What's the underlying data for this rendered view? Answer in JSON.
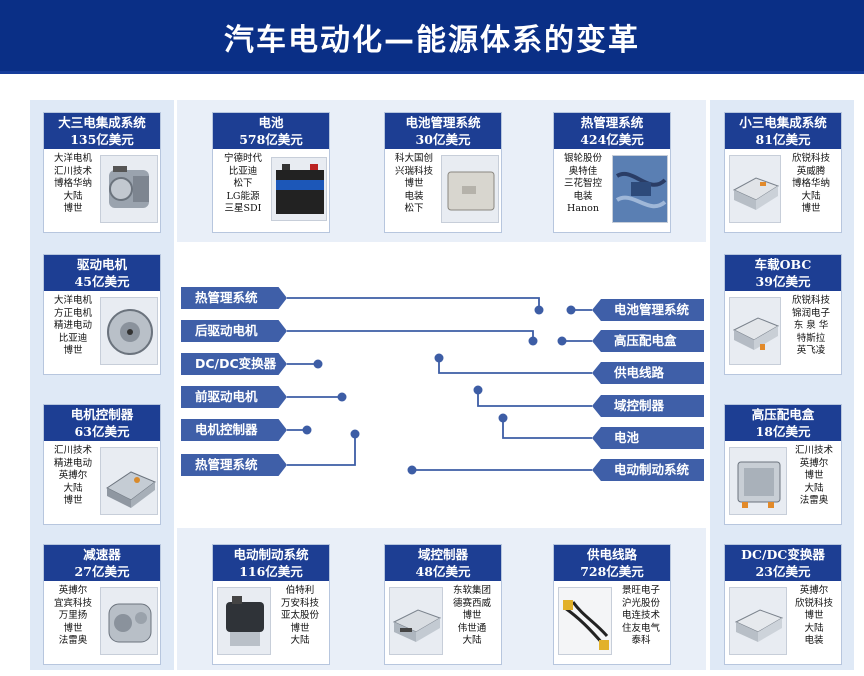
{
  "title": "汽车电动化—能源体系的变革",
  "colors": {
    "header": "#0a2f86",
    "card_head": "#1d3e93",
    "tag": "#3f5fa8",
    "line": "#3d5da5",
    "panel": "#dfe9f6"
  },
  "cards": {
    "big_three": {
      "name": "大三电集成系统",
      "value": "135亿美元",
      "companies": [
        "大洋电机",
        "汇川技术",
        "博格华纳",
        "大陆",
        "博世"
      ],
      "icon": "integrated-drive-unit-image"
    },
    "battery": {
      "name": "电池",
      "value": "578亿美元",
      "companies": [
        "宁德时代",
        "比亚迪",
        "松下",
        "LG能源",
        "三星SDI"
      ],
      "icon": "battery-image"
    },
    "bms": {
      "name": "电池管理系统",
      "value": "30亿美元",
      "companies": [
        "科大国创",
        "兴瑞科技",
        "博世",
        "电装",
        "松下"
      ],
      "icon": "bms-module-image"
    },
    "thermal": {
      "name": "热管理系统",
      "value": "424亿美元",
      "companies": [
        "银轮股份",
        "奥特佳",
        "三花智控",
        "电装",
        "Hanon"
      ],
      "icon": "thermal-system-image"
    },
    "small_three": {
      "name": "小三电集成系统",
      "value": "81亿美元",
      "companies": [
        "欣锐科技",
        "英威腾",
        "博格华纳",
        "大陆",
        "博世"
      ],
      "icon": "small-three-unit-image"
    },
    "drive_motor": {
      "name": "驱动电机",
      "value": "45亿美元",
      "companies": [
        "大洋电机",
        "方正电机",
        "精进电动",
        "比亚迪",
        "博世"
      ],
      "icon": "motor-image"
    },
    "obc": {
      "name": "车载OBC",
      "value": "39亿美元",
      "companies": [
        "欣锐科技",
        "锦润电子",
        "东 泉 华",
        "特斯拉",
        "英飞凌"
      ],
      "icon": "obc-image"
    },
    "motor_ctrl": {
      "name": "电机控制器",
      "value": "63亿美元",
      "companies": [
        "汇川技术",
        "精进电动",
        "英搏尔",
        "大陆",
        "博世"
      ],
      "icon": "controller-image"
    },
    "hv_box": {
      "name": "高压配电盒",
      "value": "18亿美元",
      "companies": [
        "汇川技术",
        "英搏尔",
        "博世",
        "大陆",
        "法雷奥"
      ],
      "icon": "hv-box-image"
    },
    "reducer": {
      "name": "减速器",
      "value": "27亿美元",
      "companies": [
        "英搏尔",
        "宜宾科技",
        "万里扬",
        "博世",
        "法雷奥"
      ],
      "icon": "reducer-image"
    },
    "brake": {
      "name": "电动制动系统",
      "value": "116亿美元",
      "companies": [
        "伯特利",
        "万安科技",
        "亚太股份",
        "博世",
        "大陆"
      ],
      "icon": "brake-caliper-image"
    },
    "domain_ctrl": {
      "name": "域控制器",
      "value": "48亿美元",
      "companies": [
        "东软集团",
        "德赛西威",
        "博世",
        "伟世通",
        "大陆"
      ],
      "icon": "domain-controller-image"
    },
    "harness": {
      "name": "供电线路",
      "value": "728亿美元",
      "companies": [
        "景旺电子",
        "沪光股份",
        "电连技术",
        "住友电气",
        "泰科"
      ],
      "icon": "wire-harness-image"
    },
    "dcdc": {
      "name": "DC/DC变换器",
      "value": "23亿美元",
      "companies": [
        "英搏尔",
        "欣锐科技",
        "博世",
        "大陆",
        "电装"
      ],
      "icon": "dcdc-image"
    }
  },
  "tags_left": [
    "热管理系统",
    "后驱动电机",
    "DC/DC变换器",
    "前驱动电机",
    "电机控制器",
    "热管理系统"
  ],
  "tags_right": [
    "电池管理系统",
    "高压配电盒",
    "供电线路",
    "域控制器",
    "电池",
    "电动制动系统"
  ]
}
